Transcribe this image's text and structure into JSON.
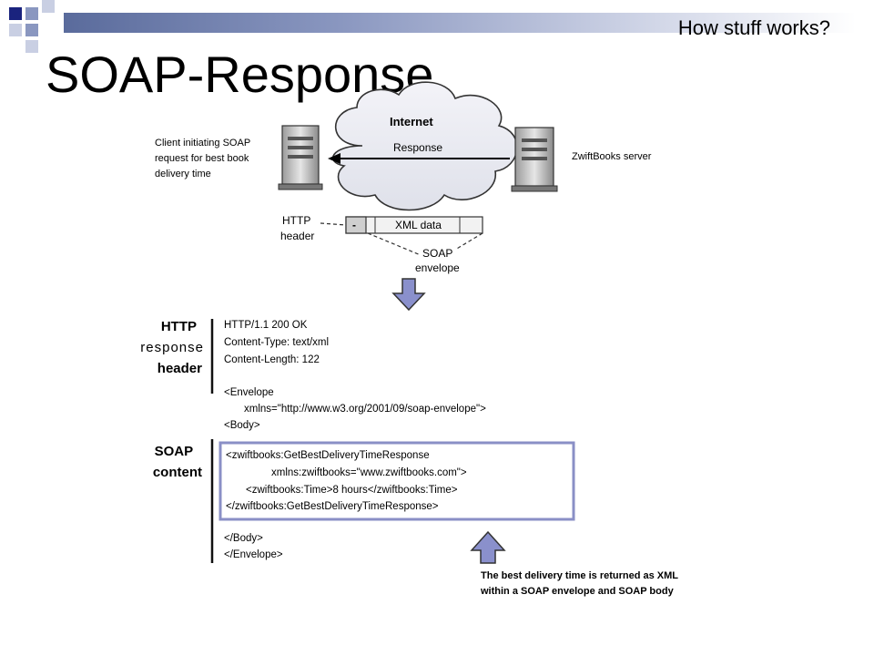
{
  "slide": {
    "title": "SOAP-Response",
    "corner_label": "How stuff works?"
  },
  "diagram": {
    "internet_label": "Internet",
    "response_label": "Response",
    "client_caption": [
      "Client initiating SOAP",
      "request for best book",
      "delivery time"
    ],
    "server_caption": "ZwiftBooks server",
    "http_header_caption": [
      "HTTP",
      "header"
    ],
    "packet_header_cell": "-",
    "packet_data_label": "XML data",
    "soap_envelope_caption": [
      "SOAP",
      "envelope"
    ],
    "section_http": [
      "HTTP",
      "response",
      "header"
    ],
    "section_soap": [
      "SOAP",
      "content"
    ],
    "http_lines": [
      "HTTP/1.1 200 OK",
      "Content-Type: text/xml",
      "Content-Length: 122"
    ],
    "envelope_open_lines": [
      "<Envelope",
      "xmlns=\"http://www.w3.org/2001/09/soap-envelope\">",
      "<Body>"
    ],
    "soap_body_lines": [
      "<zwiftbooks:GetBestDeliveryTimeResponse",
      "xmlns:zwiftbooks=\"www.zwiftbooks.com\">",
      "<zwiftbooks:Time>8 hours</zwiftbooks:Time>",
      "</zwiftbooks:GetBestDeliveryTimeResponse>"
    ],
    "envelope_close_lines": [
      "</Body>",
      "</Envelope>"
    ],
    "note_lines": [
      "The best delivery time is returned as XML",
      "within a SOAP envelope and SOAP body"
    ]
  },
  "colors": {
    "accent": "#5a6b9c",
    "box_border": "#8a8fc6",
    "arrow_fill": "#8a90cc"
  }
}
